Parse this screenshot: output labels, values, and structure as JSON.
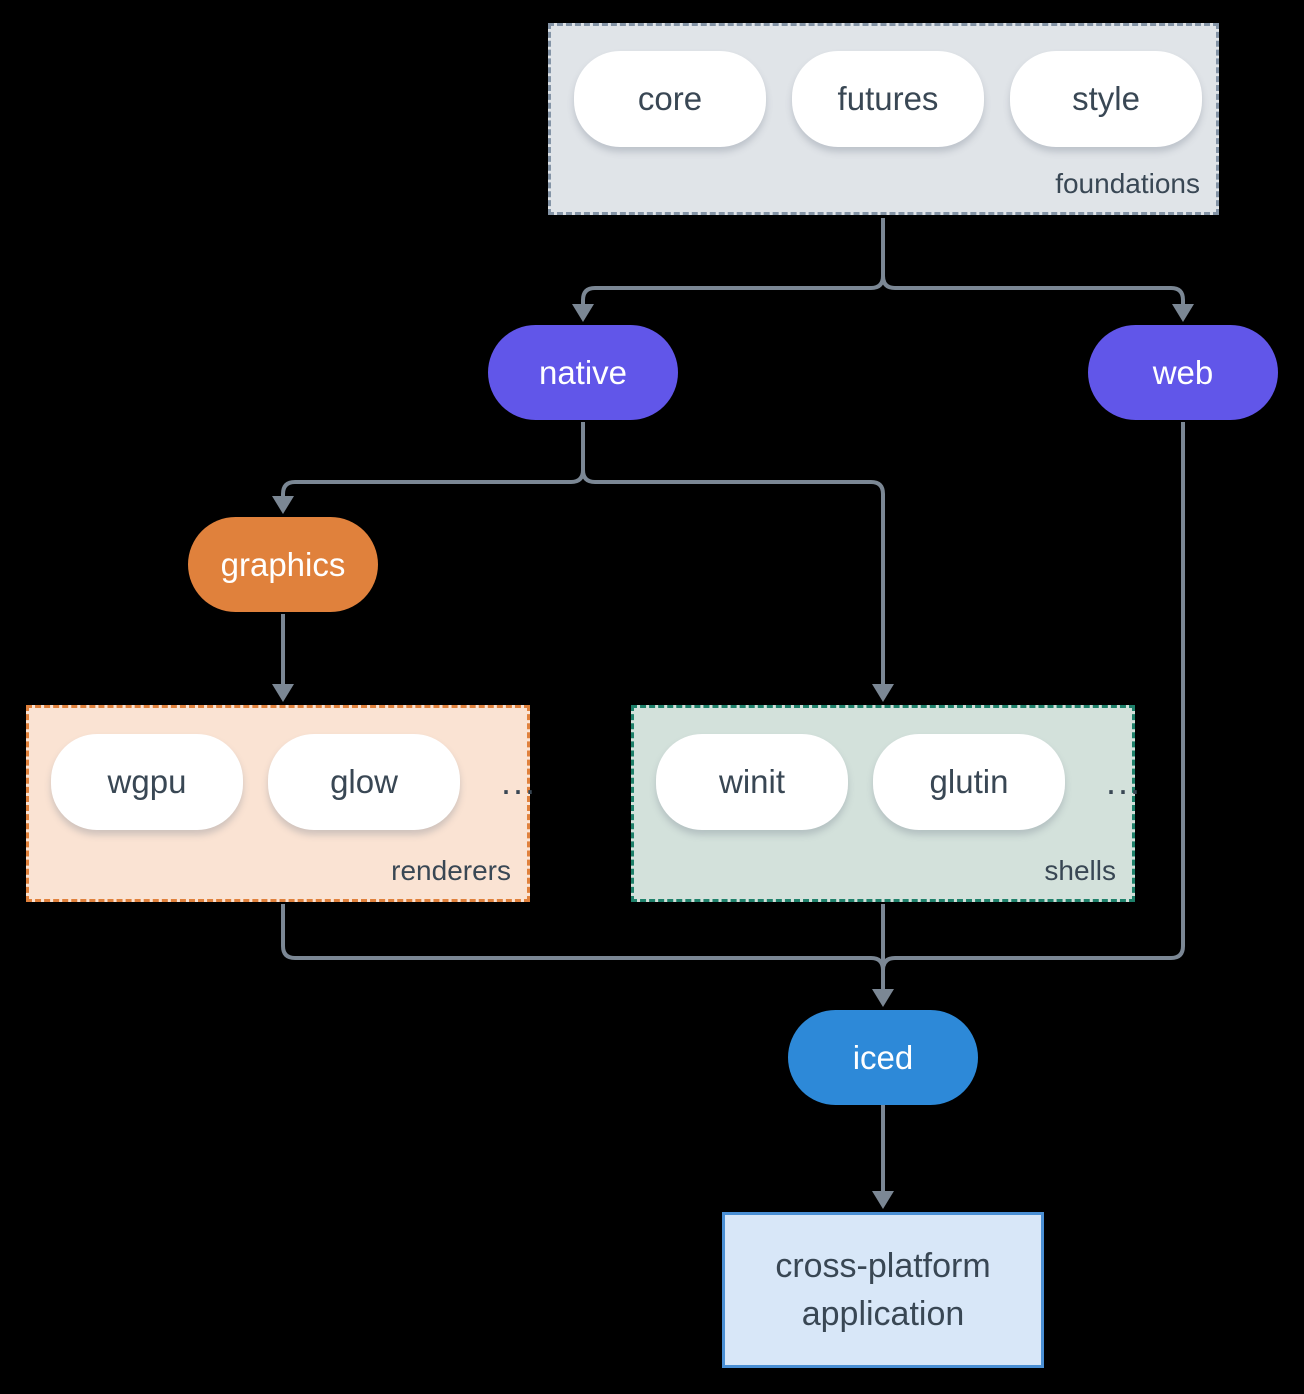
{
  "colors": {
    "background": "#000000",
    "text_dark": "#394754",
    "text_light": "#ffffff",
    "arrow": "#7b8794",
    "pill_bg": "#ffffff",
    "foundations_bg": "#e0e4e8",
    "foundations_border": "#8494a6",
    "purple": "#6156e9",
    "orange": "#e0813c",
    "renderers_bg": "#fae3d3",
    "renderers_border": "#e0813c",
    "shells_bg": "#d3e1db",
    "shells_border": "#1f816b",
    "blue": "#2d89d8",
    "app_bg": "#d8e7f8",
    "app_border": "#4a8fd4"
  },
  "foundations": {
    "label": "foundations",
    "pills": [
      "core",
      "futures",
      "style"
    ]
  },
  "native": {
    "label": "native"
  },
  "web": {
    "label": "web"
  },
  "graphics": {
    "label": "graphics"
  },
  "renderers": {
    "label": "renderers",
    "pills": [
      "wgpu",
      "glow"
    ],
    "ellipsis": "..."
  },
  "shells": {
    "label": "shells",
    "pills": [
      "winit",
      "glutin"
    ],
    "ellipsis": "..."
  },
  "iced": {
    "label": "iced"
  },
  "application": {
    "lines": [
      "cross-platform",
      "application"
    ]
  }
}
